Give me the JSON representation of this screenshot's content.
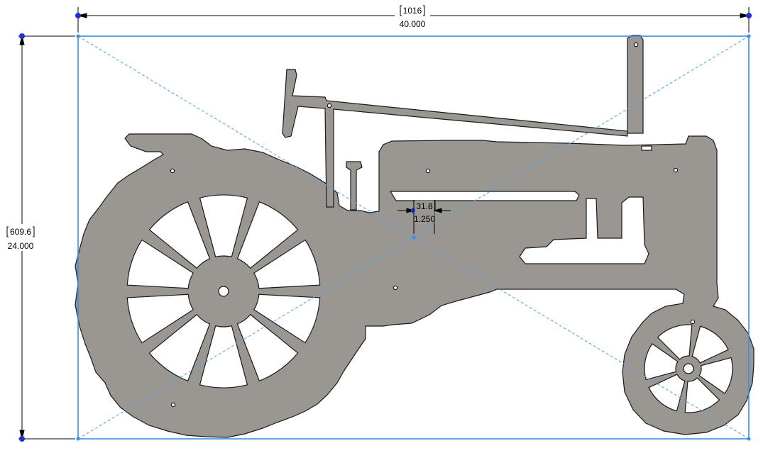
{
  "colors": {
    "part_fill": "#9a9692",
    "part_edge": "#1a1a1a",
    "bbox_line": "#3a8ee6",
    "bbox_diag": "#5aa7ee",
    "dim_line": "#000000",
    "point": "#1f2fd1",
    "background": "#ffffff"
  },
  "dimensions": {
    "width": {
      "metric": "1016",
      "imperial": "40.000"
    },
    "height": {
      "metric": "609.6",
      "imperial": "24.000"
    },
    "hole": {
      "metric": "31.8",
      "imperial": "1.250"
    }
  },
  "part": {
    "shape": "tractor-silhouette",
    "rear_wheel_spokes": 10,
    "front_wheel_spokes": 6
  }
}
